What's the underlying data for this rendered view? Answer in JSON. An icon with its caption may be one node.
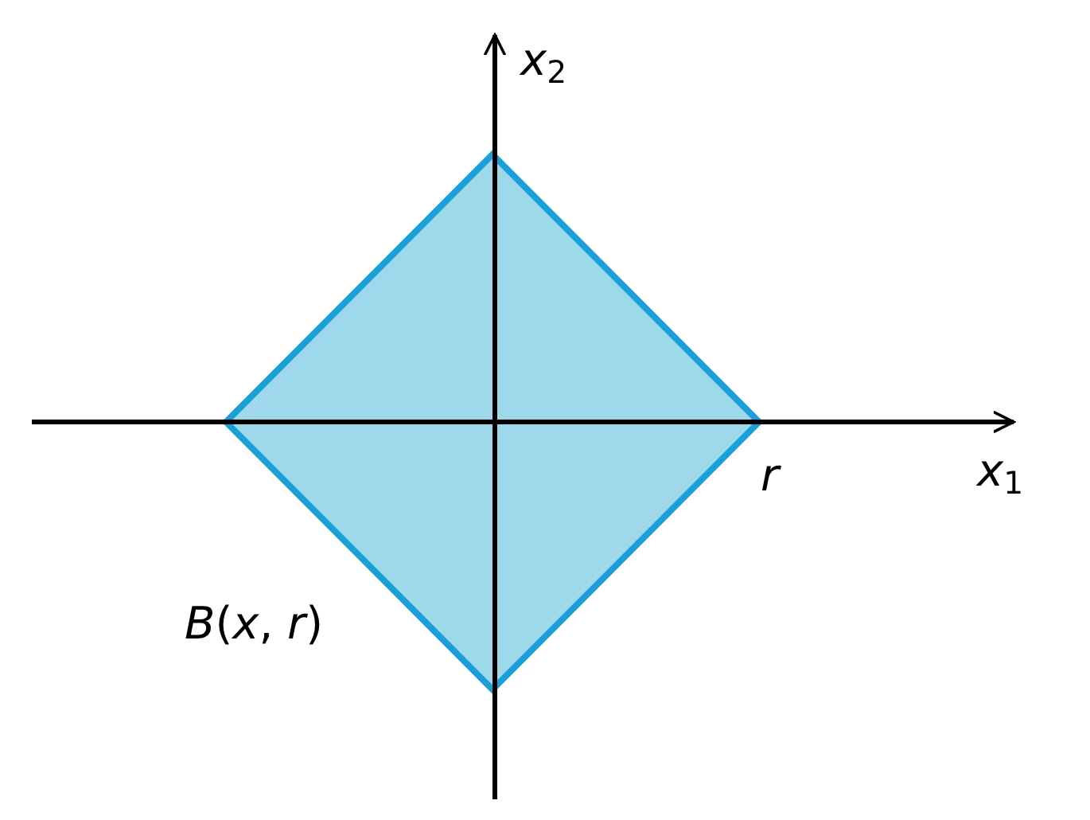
{
  "diagram": {
    "nodes": [
      {
        "text": [],
        "shape": "diamond",
        "beside": [
          "*B*(*x*, *r*)"
        ]
      }
    ],
    "labels": [
      "*x*$_{2}$",
      "*x*$_{1}$",
      "*r*"
    ]
  }
}
